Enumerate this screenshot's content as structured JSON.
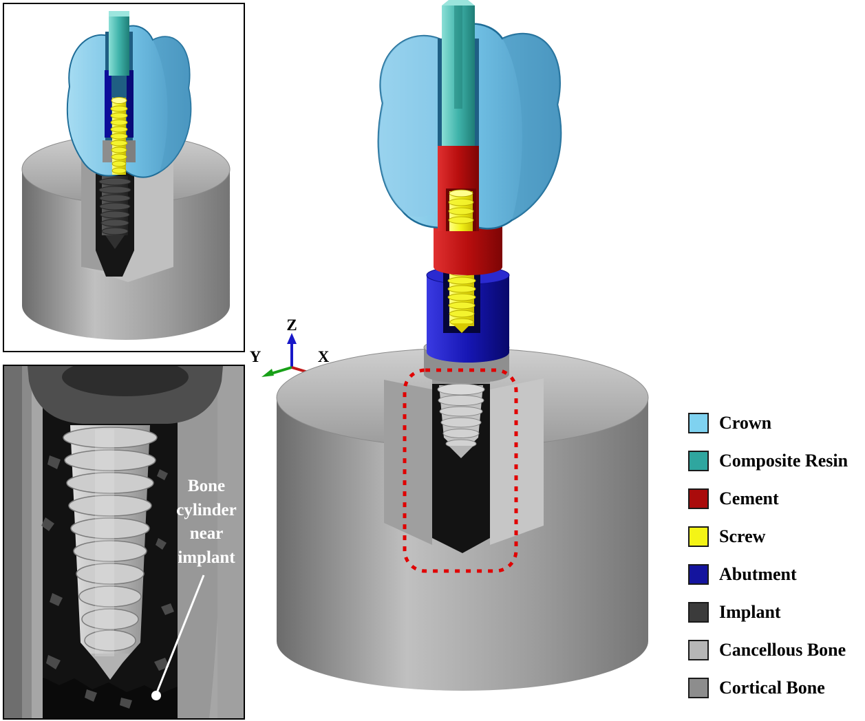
{
  "axis_triad": {
    "x_label": "X",
    "y_label": "Y",
    "z_label": "Z",
    "x_color": "#c01818",
    "y_color": "#18a018",
    "z_color": "#1818c8"
  },
  "zoom_panel": {
    "annotation": "Bone\ncylinder\nnear\nimplant"
  },
  "highlight_box": {
    "color": "#e00000",
    "style": "dashed"
  },
  "legend": {
    "items": [
      {
        "label": "Crown",
        "color": "#7fd2f0"
      },
      {
        "label": "Composite Resin",
        "color": "#2fa69f"
      },
      {
        "label": "Cement",
        "color": "#aa0b0b"
      },
      {
        "label": "Screw",
        "color": "#f4f416"
      },
      {
        "label": "Abutment",
        "color": "#14149e"
      },
      {
        "label": "Implant",
        "color": "#3b3b3b"
      },
      {
        "label": "Cancellous Bone",
        "color": "#b6b6b6"
      },
      {
        "label": "Cortical Bone",
        "color": "#8d8d8d"
      }
    ]
  }
}
